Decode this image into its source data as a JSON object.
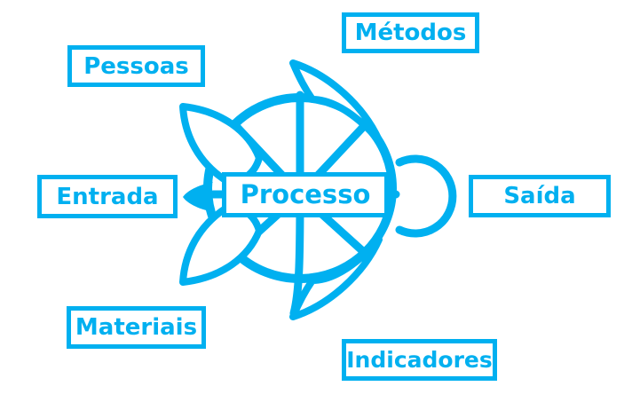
{
  "colors": {
    "accent": "#00B0F0",
    "background": "#FFFFFF"
  },
  "diagram": {
    "type": "turtle-process-diagram",
    "icon": "turtle-top-view",
    "center": {
      "label": "Processo"
    },
    "boxes": [
      {
        "id": "metodos",
        "label": "Métodos",
        "position": "top"
      },
      {
        "id": "pessoas",
        "label": "Pessoas",
        "position": "top-left"
      },
      {
        "id": "entrada",
        "label": "Entrada",
        "position": "left"
      },
      {
        "id": "saida",
        "label": "Saída",
        "position": "right"
      },
      {
        "id": "materiais",
        "label": "Materiais",
        "position": "bottom-left"
      },
      {
        "id": "indicadores",
        "label": "Indicadores",
        "position": "bottom-right"
      }
    ]
  }
}
